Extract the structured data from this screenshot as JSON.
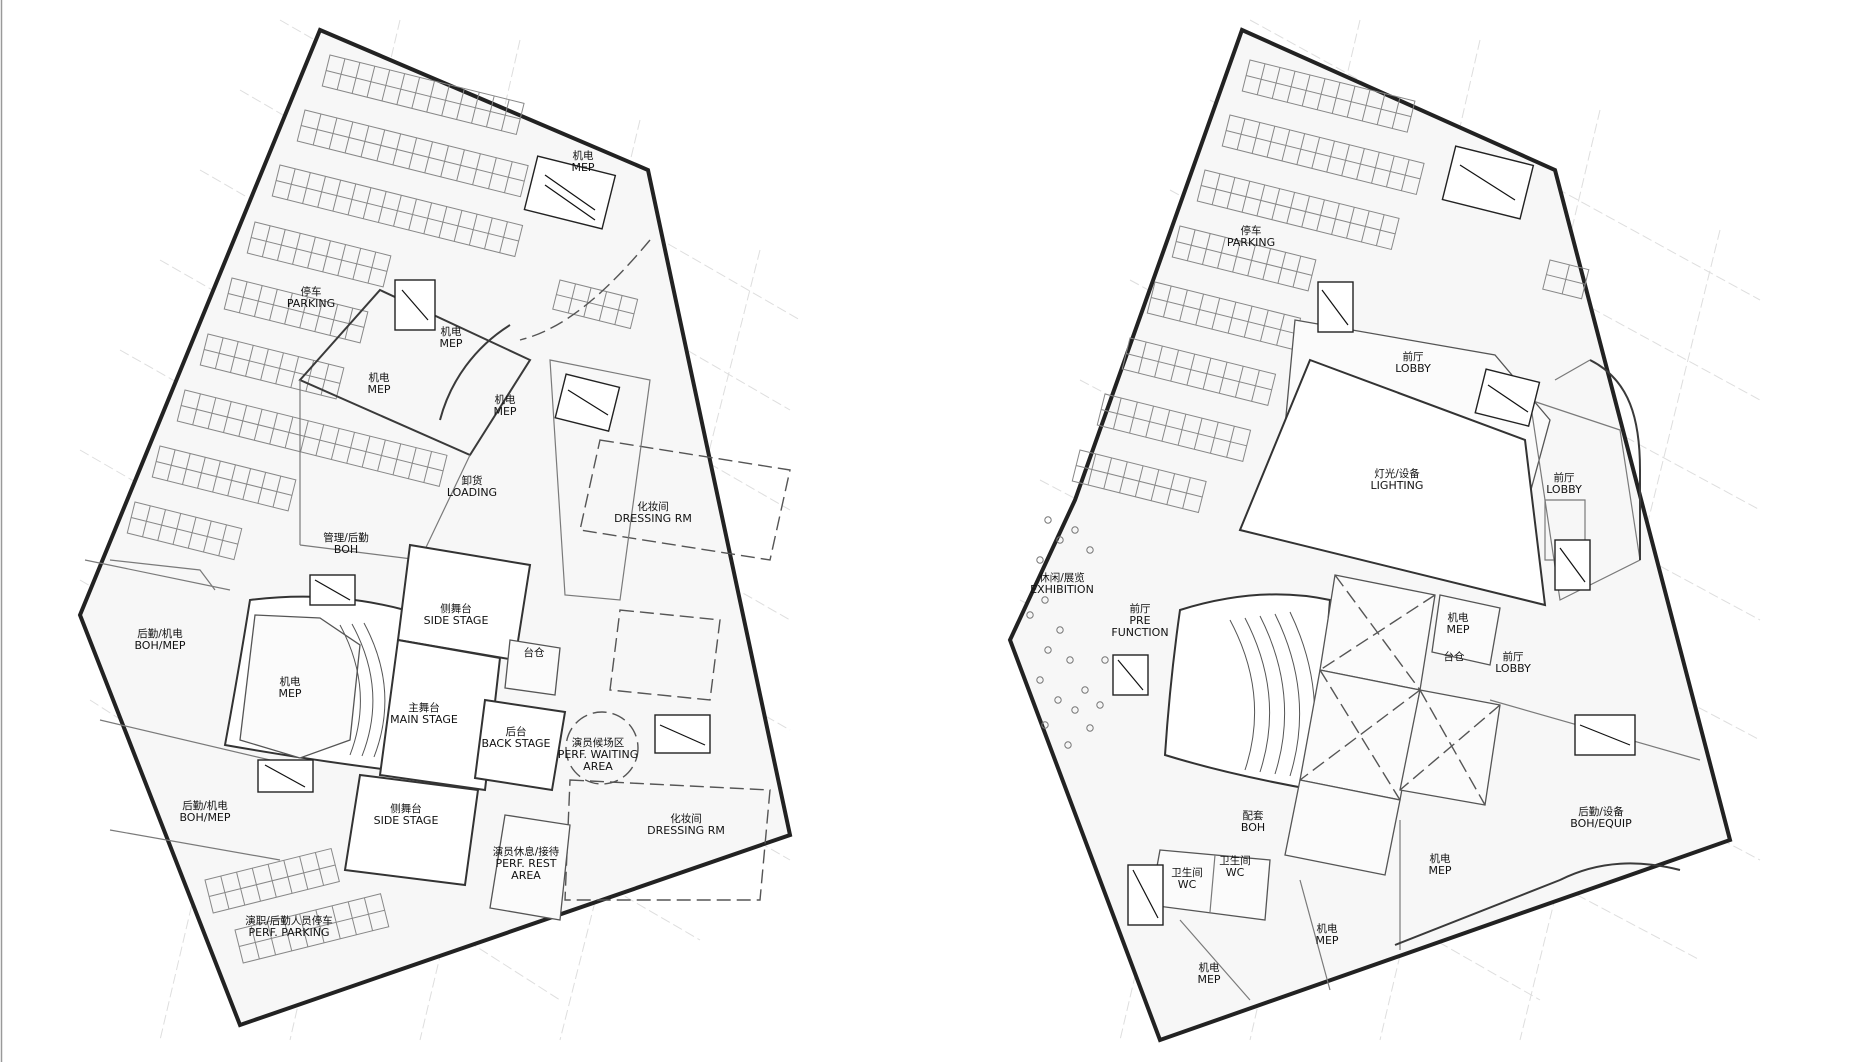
{
  "plans": [
    {
      "id": "plan-left",
      "labels": [
        {
          "key": "parking",
          "cn": "停车",
          "en": "PARKING"
        },
        {
          "key": "mep-top",
          "cn": "机电",
          "en": "MEP"
        },
        {
          "key": "mep-mid",
          "cn": "机电",
          "en": "MEP"
        },
        {
          "key": "mep-left",
          "cn": "机电",
          "en": "MEP"
        },
        {
          "key": "mep-center",
          "cn": "机电",
          "en": "MEP"
        },
        {
          "key": "loading",
          "cn": "卸货",
          "en": "LOADING"
        },
        {
          "key": "dressing-1",
          "cn": "化妆间",
          "en": "DRESSING RM"
        },
        {
          "key": "boh-admin",
          "cn": "管理/后勤",
          "en": "BOH"
        },
        {
          "key": "boh-mep-1",
          "cn": "后勤/机电",
          "en": "BOH/MEP"
        },
        {
          "key": "side-stage-1",
          "cn": "侧舞台",
          "en": "SIDE STAGE"
        },
        {
          "key": "stage-lift",
          "cn": "台仓",
          "en": ""
        },
        {
          "key": "mep-auditorium",
          "cn": "机电",
          "en": "MEP"
        },
        {
          "key": "main-stage",
          "cn": "主舞台",
          "en": "MAIN STAGE"
        },
        {
          "key": "back-stage",
          "cn": "后台",
          "en": "BACK STAGE"
        },
        {
          "key": "waiting",
          "cn": "演员候场区",
          "en": "PERF. WAITING",
          "en2": "AREA"
        },
        {
          "key": "boh-mep-2",
          "cn": "后勤/机电",
          "en": "BOH/MEP"
        },
        {
          "key": "side-stage-2",
          "cn": "侧舞台",
          "en": "SIDE STAGE"
        },
        {
          "key": "dressing-2",
          "cn": "化妆间",
          "en": "DRESSING RM"
        },
        {
          "key": "rest",
          "cn": "演员休息/接待",
          "en": "PERF. REST",
          "en2": "AREA"
        },
        {
          "key": "perf-parking",
          "cn": "演职/后勤人员停车",
          "en": "PERF. PARKING"
        }
      ]
    },
    {
      "id": "plan-right",
      "labels": [
        {
          "key": "parking",
          "cn": "停车",
          "en": "PARKING"
        },
        {
          "key": "lobby-1",
          "cn": "前厅",
          "en": "LOBBY"
        },
        {
          "key": "lighting",
          "cn": "灯光/设备",
          "en": "LIGHTING"
        },
        {
          "key": "lobby-2",
          "cn": "前厅",
          "en": "LOBBY"
        },
        {
          "key": "exhibition",
          "cn": "休闲/展览",
          "en": "EXHIBITION"
        },
        {
          "key": "pre-function",
          "cn": "前厅",
          "en": "PRE",
          "en2": "FUNCTION"
        },
        {
          "key": "mep-1",
          "cn": "机电",
          "en": "MEP"
        },
        {
          "key": "stage-lift",
          "cn": "台仓",
          "en": ""
        },
        {
          "key": "lobby-3",
          "cn": "前厅",
          "en": "LOBBY"
        },
        {
          "key": "boh-equip",
          "cn": "后勤/设备",
          "en": "BOH/EQUIP"
        },
        {
          "key": "boh-support",
          "cn": "配套",
          "en": "BOH"
        },
        {
          "key": "wc-1",
          "cn": "卫生间",
          "en": "WC"
        },
        {
          "key": "wc-2",
          "cn": "卫生间",
          "en": "WC"
        },
        {
          "key": "mep-2",
          "cn": "机电",
          "en": "MEP"
        },
        {
          "key": "mep-3",
          "cn": "机电",
          "en": "MEP"
        },
        {
          "key": "mep-4",
          "cn": "机电",
          "en": "MEP"
        }
      ]
    }
  ]
}
